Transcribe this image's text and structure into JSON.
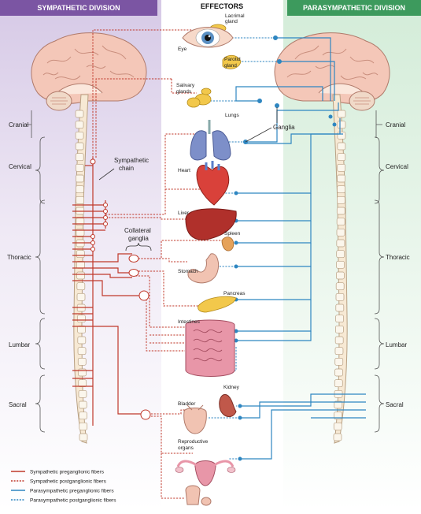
{
  "header": {
    "left": "SYMPATHETIC DIVISION",
    "center": "EFFECTORS",
    "right": "PARASYMPATHETIC DIVISION"
  },
  "regions": {
    "cranial": "Cranial",
    "cervical": "Cervical",
    "thoracic": "Thoracic",
    "lumbar": "Lumbar",
    "sacral": "Sacral"
  },
  "labels": {
    "sympathetic_chain_1": "Sympathetic",
    "sympathetic_chain_2": "chain",
    "collateral_1": "Collateral",
    "collateral_2": "ganglia",
    "ganglia": "Ganglia"
  },
  "organs": {
    "lacrimal_1": "Lacrimal",
    "lacrimal_2": "gland",
    "eye": "Eye",
    "parotid_1": "Parotid",
    "parotid_2": "gland",
    "salivary_1": "Salivary",
    "salivary_2": "glands",
    "lungs": "Lungs",
    "heart": "Heart",
    "liver": "Liver",
    "spleen": "Spleen",
    "stomach": "Stomach",
    "pancreas": "Pancreas",
    "intestines": "Intestines",
    "kidney": "Kidney",
    "bladder": "Bladder",
    "reproductive_1": "Reproductive",
    "reproductive_2": "organs"
  },
  "legend": [
    {
      "label": "Sympathetic preganglionic fibers",
      "color": "#c0392b",
      "dashed": false
    },
    {
      "label": "Sympathetic postganglionic fibers",
      "color": "#c0392b",
      "dashed": true
    },
    {
      "label": "Parasympathetic preganglionic fibers",
      "color": "#2e86c1",
      "dashed": false
    },
    {
      "label": "Parasympathetic postganglionic fibers",
      "color": "#2e86c1",
      "dashed": true
    }
  ],
  "colors": {
    "sympathetic_panel": "#ddd3ea",
    "sympathetic_header": "#7b55a3",
    "parasympathetic_panel": "#dcefdf",
    "parasympathetic_header": "#3d9a5d",
    "sympathetic_fiber": "#c0392b",
    "parasympathetic_fiber": "#2e86c1"
  }
}
